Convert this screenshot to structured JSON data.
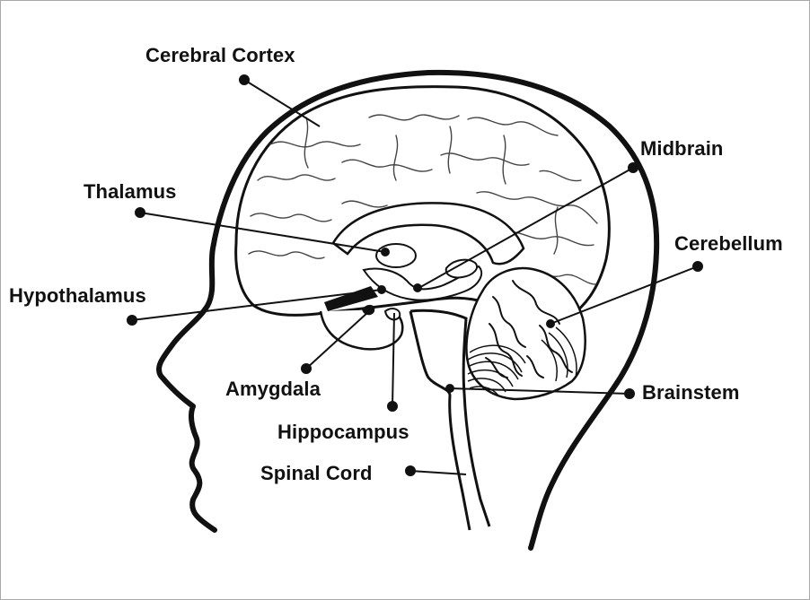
{
  "labels": {
    "cerebral_cortex": "Cerebral Cortex",
    "thalamus": "Thalamus",
    "hypothalamus": "Hypothalamus",
    "amygdala": "Amygdala",
    "hippocampus": "Hippocampus",
    "spinal_cord": "Spinal Cord",
    "midbrain": "Midbrain",
    "cerebellum": "Cerebellum",
    "brainstem": "Brainstem"
  },
  "colors": {
    "ink": "#111111",
    "frame": "#a8a8a8",
    "background": "#ffffff"
  }
}
